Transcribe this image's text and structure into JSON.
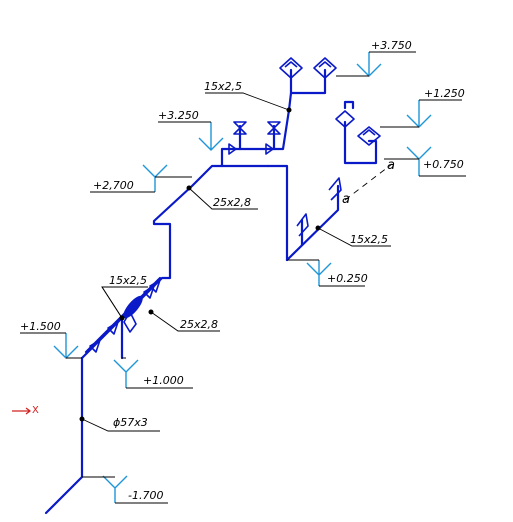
{
  "elevations": {
    "e1": "+3.750",
    "e2": "+3.250",
    "e3": "+1.250",
    "e4": "+0.750",
    "e5": "+2,700",
    "e6": "+0.250",
    "e7": "+1.500",
    "e8": "+1.000",
    "e9": "-1.700"
  },
  "sizes": {
    "s1": "15x2,5",
    "s2": "25x2,8",
    "s3": "15x2,5",
    "s4": "15x2,5",
    "s5": "25x2,8",
    "s6": "ϕ57x3"
  },
  "section_marks": {
    "a1": "a",
    "a2": "a"
  },
  "axis_label": "X",
  "colors": {
    "pipe": "#0a1ac8",
    "level_mark": "#1e96d8",
    "axis": "#d02020"
  }
}
